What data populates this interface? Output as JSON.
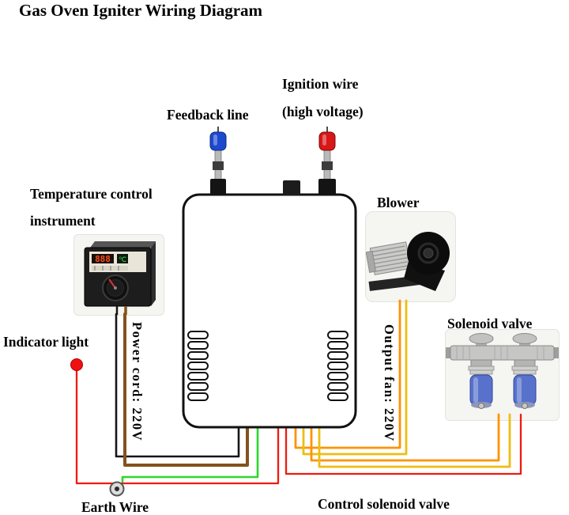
{
  "title": "Gas Oven Igniter Wiring Diagram",
  "labels": {
    "feedback_line": "Feedback line",
    "ignition_wire_line1": "Ignition wire",
    "ignition_wire_line2": "(high voltage)",
    "temp_control_line1": "Temperature control",
    "temp_control_line2": "instrument",
    "blower": "Blower",
    "solenoid_valve": "Solenoid valve",
    "indicator_light": "Indicator light",
    "power_cord": "Power cord: 220V",
    "output_fan": "Output fan: 220V",
    "earth_wire": "Earth Wire",
    "control_solenoid_valve": "Control solenoid valve"
  },
  "devices": {
    "temperature_controller": {
      "display_value": "888",
      "display_unit": "℃"
    }
  },
  "colors": {
    "wire_black": "#161616",
    "wire_brown": "#84521d",
    "wire_green": "#2fd62b",
    "wire_red": "#ef1a10",
    "wire_orange": "#ff9200",
    "wire_yellow": "#edbe13",
    "terminal_cap_blue": "#1d49cf",
    "terminal_cap_red": "#d81717",
    "indicator_red": "#ee1111",
    "solenoid_coil_blue": "#5872cc"
  }
}
